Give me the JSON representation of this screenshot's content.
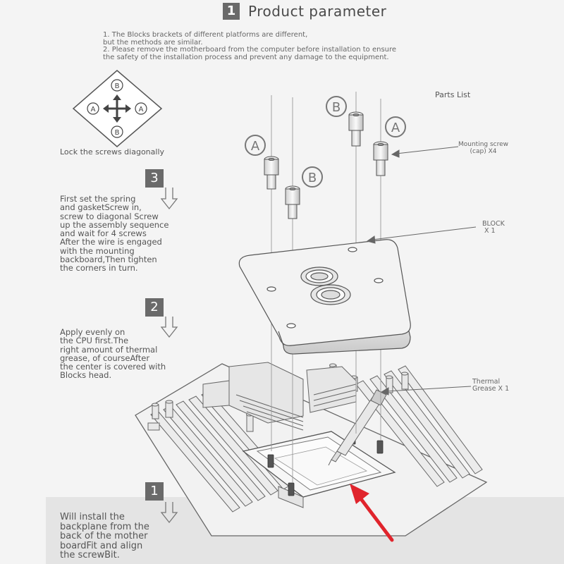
{
  "header": {
    "step_number": "1",
    "title": "Product parameter"
  },
  "notes": [
    "1. The Blocks  brackets of different platforms are different,",
    "but the methods are similar.",
    "2. Please remove the motherboard from the computer before installation to ensure",
    "the safety of the installation process and prevent any damage to the equipment."
  ],
  "parts_list": {
    "title": "Parts List"
  },
  "lock_diagram": {
    "label_a": "A",
    "label_b": "B",
    "caption": "Lock the screws diagonally"
  },
  "screw_labels": {
    "a": "A",
    "b": "B"
  },
  "steps": [
    {
      "number": "3",
      "lines": [
        "First set the spring",
        "and gasketScrew in,",
        "screw to diagonal Screw",
        "up the assembly sequence",
        "and wait for 4 screws",
        "After the wire is engaged",
        "with the mounting",
        "backboard,Then tighten",
        "the corners in turn."
      ]
    },
    {
      "number": "2",
      "lines": [
        "Apply evenly on",
        "the CPU first.The",
        "right amount of thermal",
        "grease, of courseAfter",
        "the center is covered with",
        "Blocks  head."
      ]
    },
    {
      "number": "1",
      "lines": [
        "Will install the",
        "backplane from the",
        "back of the mother",
        "boardFit and align",
        "the screwBit."
      ]
    }
  ],
  "callouts": {
    "mounting_screw": [
      "Mounting screw",
      "(cap) X4"
    ],
    "block": [
      "BLOCK",
      "X 1"
    ],
    "thermal": [
      "Thermal",
      "Grease X 1"
    ]
  },
  "colors": {
    "accent_arrow": "#e0242c",
    "badge": "#6a6a6a",
    "band": "#e4e4e4"
  }
}
